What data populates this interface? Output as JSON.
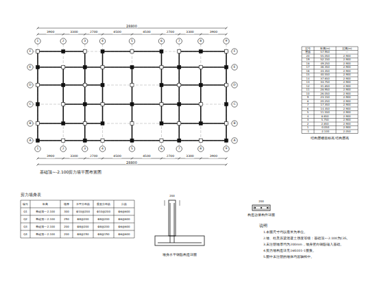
{
  "diagram": {
    "labels": [
      "28800",
      "28800",
      "3900",
      "3300",
      "2700",
      "4500",
      "4500",
      "2700",
      "3300",
      "3900",
      "3900",
      "3300",
      "2700",
      "4500",
      "4500",
      "2700",
      "3300",
      "3900",
      "1",
      "2",
      "3",
      "4",
      "5",
      "6",
      "7",
      "8",
      "9",
      "1",
      "2",
      "3",
      "4",
      "5",
      "6",
      "7",
      "8",
      "9",
      "A",
      "B",
      "C",
      "D",
      "E",
      "F",
      "A",
      "B",
      "C",
      "D",
      "E",
      "F",
      "基础顶~-2.100剪力墙平面布置图",
      "层号",
      "标高(m)",
      "层高(m)",
      "屋面",
      "57.950",
      "—",
      "20",
      "55.050",
      "2.900",
      "19",
      "52.150",
      "2.900",
      "18",
      "49.250",
      "2.900",
      "17",
      "46.350",
      "2.900",
      "16",
      "43.450",
      "2.900",
      "15",
      "40.550",
      "2.900",
      "14",
      "37.650",
      "2.900",
      "13",
      "34.750",
      "2.900",
      "12",
      "31.850",
      "2.900",
      "11",
      "28.950",
      "2.900",
      "10",
      "26.050",
      "2.900",
      "9",
      "23.150",
      "2.900",
      "8",
      "20.250",
      "2.900",
      "7",
      "17.350",
      "2.900",
      "6",
      "14.450",
      "2.900",
      "5",
      "11.550",
      "2.900",
      "4",
      "8.650",
      "2.900",
      "3",
      "5.750",
      "2.900",
      "2",
      "2.850",
      "2.900",
      "1",
      "-0.050",
      "2.900",
      "-1",
      "-2.100",
      "2.050",
      "结构层楼面标高 结构层高",
      "剪力墙身表",
      "编号",
      "标高",
      "墙厚",
      "水平分布筋",
      "垂直分布筋",
      "拉筋",
      "Q1",
      "基础顶~-2.100",
      "300",
      "Φ10@200",
      "Φ10@200",
      "Φ6@600",
      "Q2",
      "基础顶~-2.100",
      "250",
      "Φ8@200",
      "Φ8@200",
      "Φ6@600",
      "Q3",
      "基础顶~-2.100",
      "200",
      "Φ8@200",
      "Φ8@200",
      "Φ6@600",
      "Q4",
      "基础顶~-2.100",
      "200",
      "Φ8@150",
      "Φ8@150",
      "Φ6@600",
      "墙身水平钢筋构造详图",
      "200",
      "构造边缘构件详图",
      "200",
      "说明",
      "1.本图尺寸均以毫米为单位。",
      "2.墙、柱及连梁混凝土强度等级：基础顶~-2.100为C35。",
      "3.未注明墙厚均为200mm，墙身竖向钢筋锚入基础。",
      "4.剪力墙构造详见16G101-1图集。",
      "5.图中未注明的墙体均居轴线中。"
    ]
  }
}
